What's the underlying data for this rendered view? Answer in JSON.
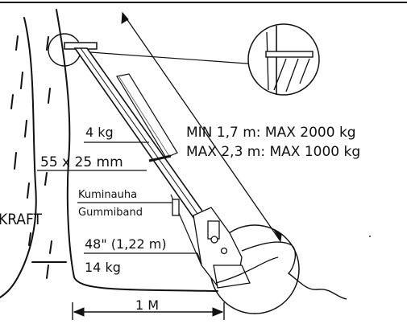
{
  "labels": {
    "load_weight": "4 kg",
    "section_size": "55 x 25 mm",
    "strap_fi": "Kuminauha",
    "strap_de": "Gummiband",
    "length": "48\" (1,22 m)",
    "mass": "14 kg",
    "distance": "1 M",
    "min_spec": "MIN 1,7 m: MAX 2000 kg",
    "max_spec": "MAX 2,3 m: MAX 1000 kg",
    "wall_text": "KRAFT"
  },
  "colors": {
    "ink": "#111111",
    "background": "#ffffff"
  }
}
